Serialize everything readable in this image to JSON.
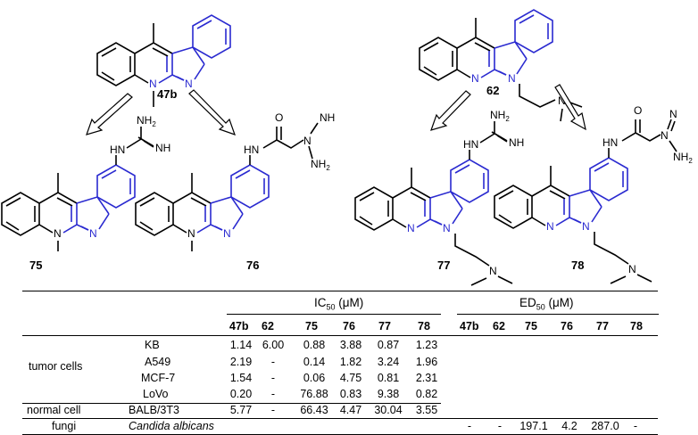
{
  "compounds": {
    "c47b": "47b",
    "c62": "62",
    "c75": "75",
    "c76": "76",
    "c77": "77",
    "c78": "78"
  },
  "atoms": {
    "N": "N",
    "NH": "NH",
    "NH2": "NH",
    "NH2_sub": "2",
    "HN": "HN",
    "O": "O",
    "H2N": "H",
    "H2N_sub": "2",
    "H2N_N": "N",
    "N_eq": "N"
  },
  "table": {
    "ic50_header": "IC",
    "ic50_sub": "50",
    "ic50_unit": " (μM)",
    "ed50_header": "ED",
    "ed50_sub": "50",
    "ed50_unit": " (μM)",
    "ic_columns": [
      "47b",
      "62",
      "75",
      "76",
      "77",
      "78"
    ],
    "ed_columns": [
      "47b",
      "62",
      "75",
      "76",
      "77",
      "78"
    ],
    "group_tumor": "tumor cells",
    "group_normal": "normal cell",
    "group_fungi": "fungi",
    "rows": [
      {
        "cell": "KB",
        "values": [
          "1.14",
          "6.00",
          "0.88",
          "3.88",
          "0.87",
          "1.23"
        ]
      },
      {
        "cell": "A549",
        "values": [
          "2.19",
          "-",
          "0.14",
          "1.82",
          "3.24",
          "1.96"
        ]
      },
      {
        "cell": "MCF-7",
        "values": [
          "1.54",
          "-",
          "0.06",
          "4.75",
          "0.81",
          "2.31"
        ]
      },
      {
        "cell": "LoVo",
        "values": [
          "0.20",
          "-",
          "76.88",
          "0.83",
          "9.38",
          "0.82"
        ]
      },
      {
        "cell": "BALB/3T3",
        "values": [
          "5.77",
          "-",
          "66.43",
          "4.47",
          "30.04",
          "3.55"
        ]
      }
    ],
    "fungi_row": {
      "cell": "Candida albicans",
      "values": [
        "-",
        "-",
        "197.1",
        "4.2",
        "287.0",
        "-"
      ]
    }
  }
}
